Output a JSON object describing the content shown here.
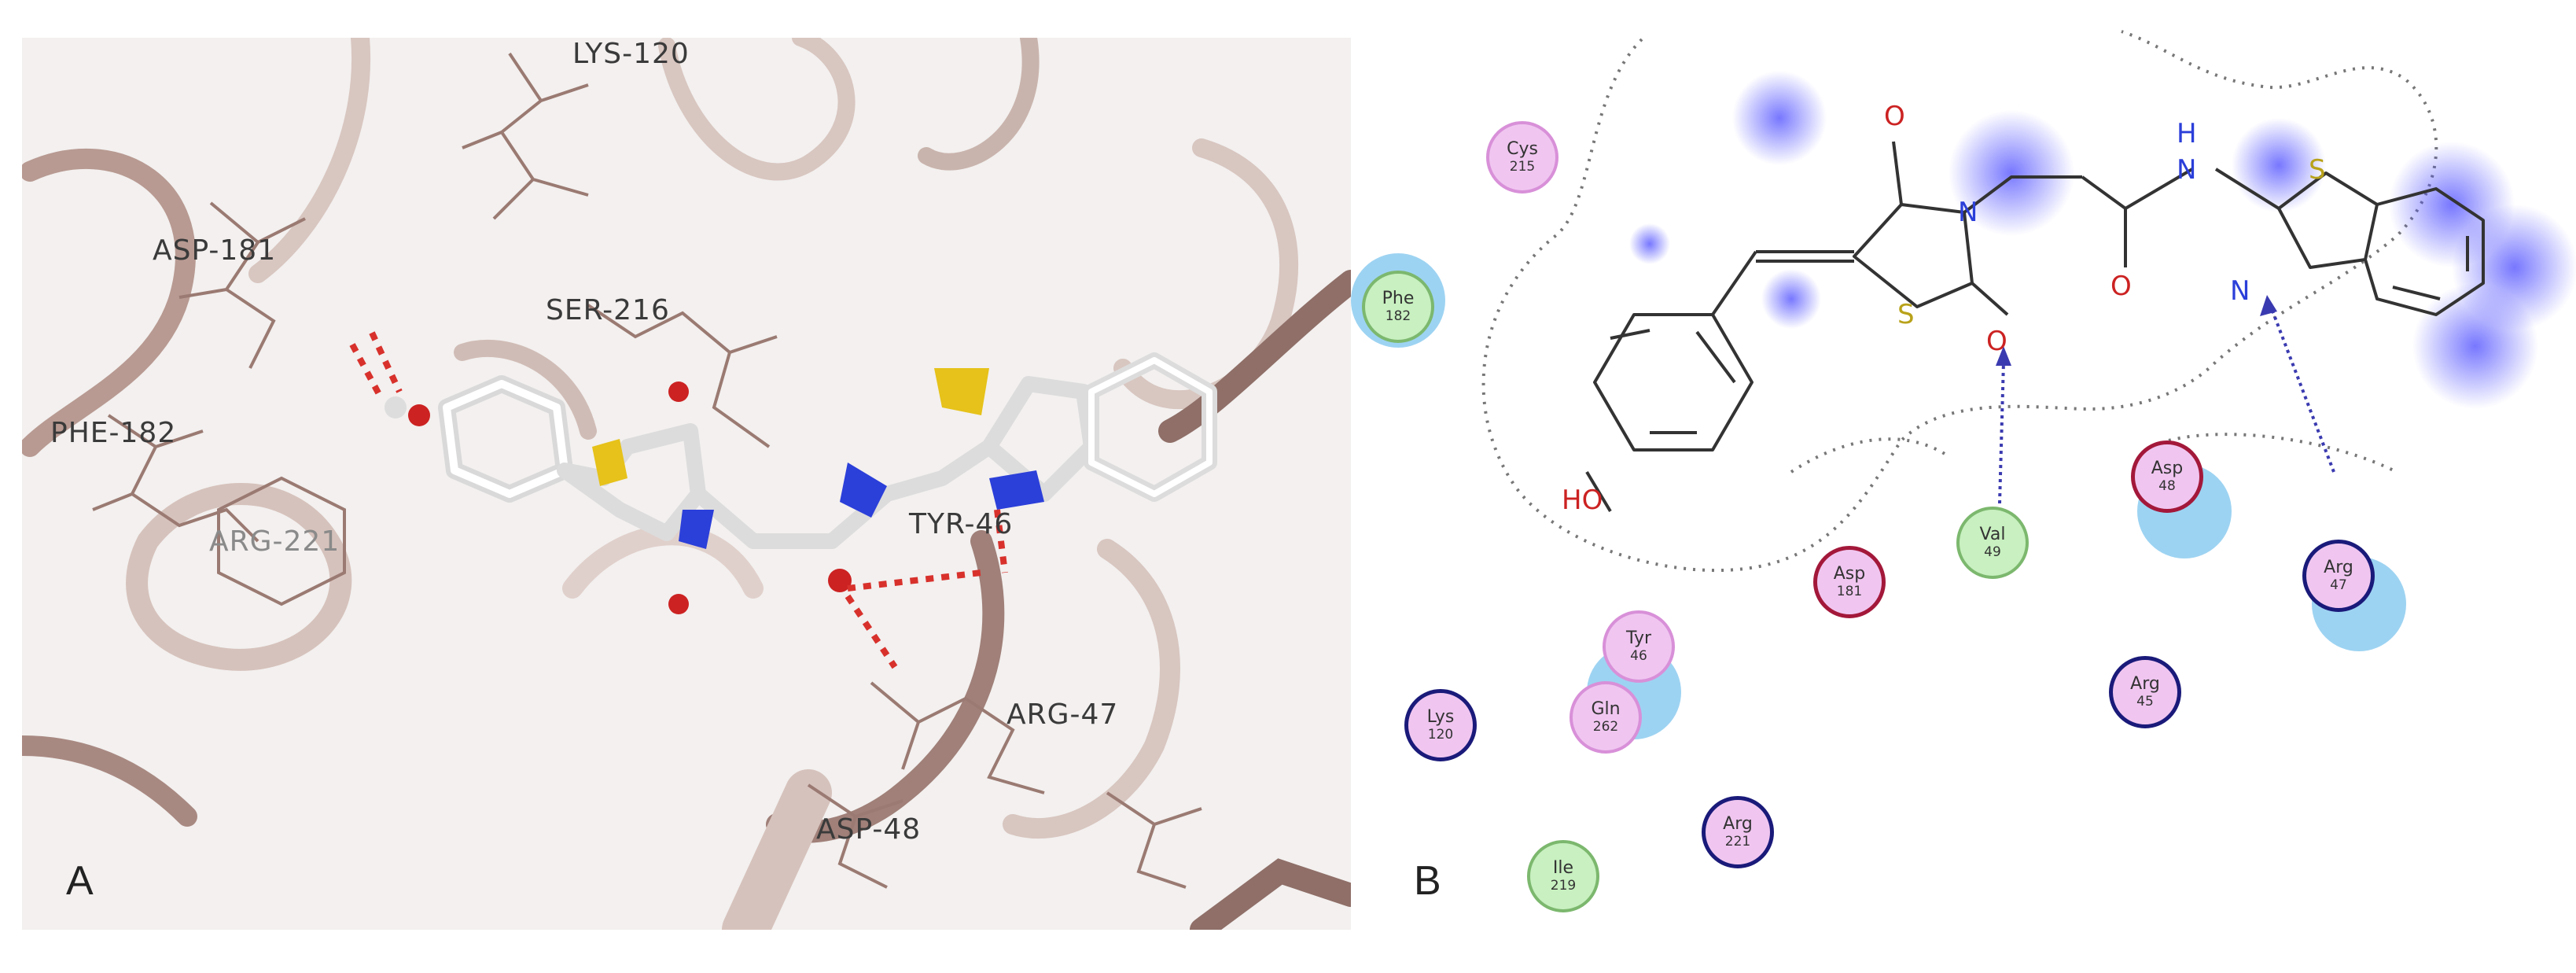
{
  "panel_a": {
    "letter": "A",
    "residue_labels": [
      "LYS-120",
      "ASP-181",
      "SER-216",
      "PHE-182",
      "ARG-221",
      "TYR-46",
      "ARG-47",
      "ASP-48"
    ]
  },
  "panel_b": {
    "letter": "B",
    "atoms": {
      "O_top": "O",
      "N_ring": "N",
      "H_amide": "H",
      "N_amide": "N",
      "S_thiazole": "S",
      "S_ring": "S",
      "O_ring": "O",
      "O_amide": "O",
      "N_thiazole": "N",
      "HO": "HO"
    },
    "residues": [
      {
        "name": "Cys",
        "num": "215",
        "kind": "polar"
      },
      {
        "name": "Phe",
        "num": "182",
        "kind": "hydro"
      },
      {
        "name": "Asp",
        "num": "48",
        "kind": "acid"
      },
      {
        "name": "Val",
        "num": "49",
        "kind": "hydro"
      },
      {
        "name": "Asp",
        "num": "181",
        "kind": "acid"
      },
      {
        "name": "Arg",
        "num": "47",
        "kind": "basic"
      },
      {
        "name": "Tyr",
        "num": "46",
        "kind": "polar"
      },
      {
        "name": "Arg",
        "num": "45",
        "kind": "basic"
      },
      {
        "name": "Lys",
        "num": "120",
        "kind": "basic"
      },
      {
        "name": "Gln",
        "num": "262",
        "kind": "polar"
      },
      {
        "name": "Arg",
        "num": "221",
        "kind": "basic"
      },
      {
        "name": "Ile",
        "num": "219",
        "kind": "hydro"
      }
    ]
  },
  "colors": {
    "ribbon": "#b89a92",
    "stick": "#9a7a72",
    "hbond": "#d8312c",
    "nitrogen": "#2b3fd9",
    "sulfur": "#e6c21a",
    "oxygen": "#cc2222",
    "halo_blue": "#8ccbf0",
    "exposure": "#4a4aff"
  }
}
